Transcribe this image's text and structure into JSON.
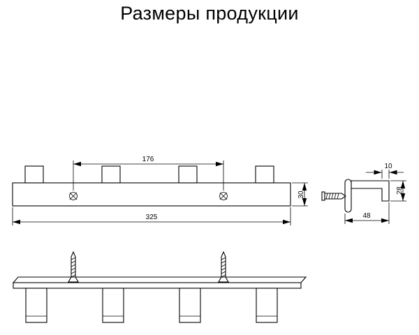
{
  "title": "Размеры продукции",
  "diagram": {
    "type": "technical-drawing",
    "product": "wall-mounted rail with 4 square hooks",
    "views": "front, side, bottom",
    "dims": {
      "hole_spacing": "176",
      "total_length": "325",
      "rail_height": "30",
      "hook_tip": "10",
      "hook_height": "28",
      "hook_depth": "48"
    }
  }
}
